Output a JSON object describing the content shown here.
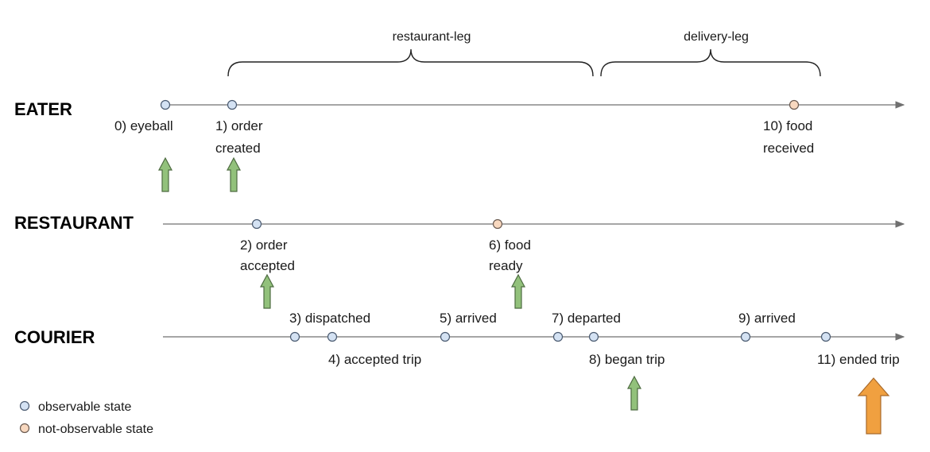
{
  "legs": {
    "restaurant": "restaurant-leg",
    "delivery": "delivery-leg"
  },
  "lanes": {
    "eater": "EATER",
    "restaurant": "RESTAURANT",
    "courier": "COURIER"
  },
  "events": {
    "e0": [
      "0) eyeball"
    ],
    "e1": [
      "1) order",
      "created"
    ],
    "e2": [
      "2) order",
      "accepted"
    ],
    "e3": [
      "3) dispatched"
    ],
    "e4": [
      "4) accepted trip"
    ],
    "e5": [
      "5) arrived"
    ],
    "e6": [
      "6) food",
      "ready"
    ],
    "e7": [
      "7) departed"
    ],
    "e8": [
      "8) began trip"
    ],
    "e9": [
      "9) arrived"
    ],
    "e10": [
      "10) food",
      "received"
    ],
    "e11": [
      "11) ended trip"
    ]
  },
  "legend": {
    "observable": "observable state",
    "not_observable": "not-observable state"
  },
  "colors": {
    "observable_fill": "#d4e2f3",
    "not_observable_fill": "#f8d8bf",
    "arrow_green": "#92c17b",
    "arrow_orange": "#f0a040"
  }
}
